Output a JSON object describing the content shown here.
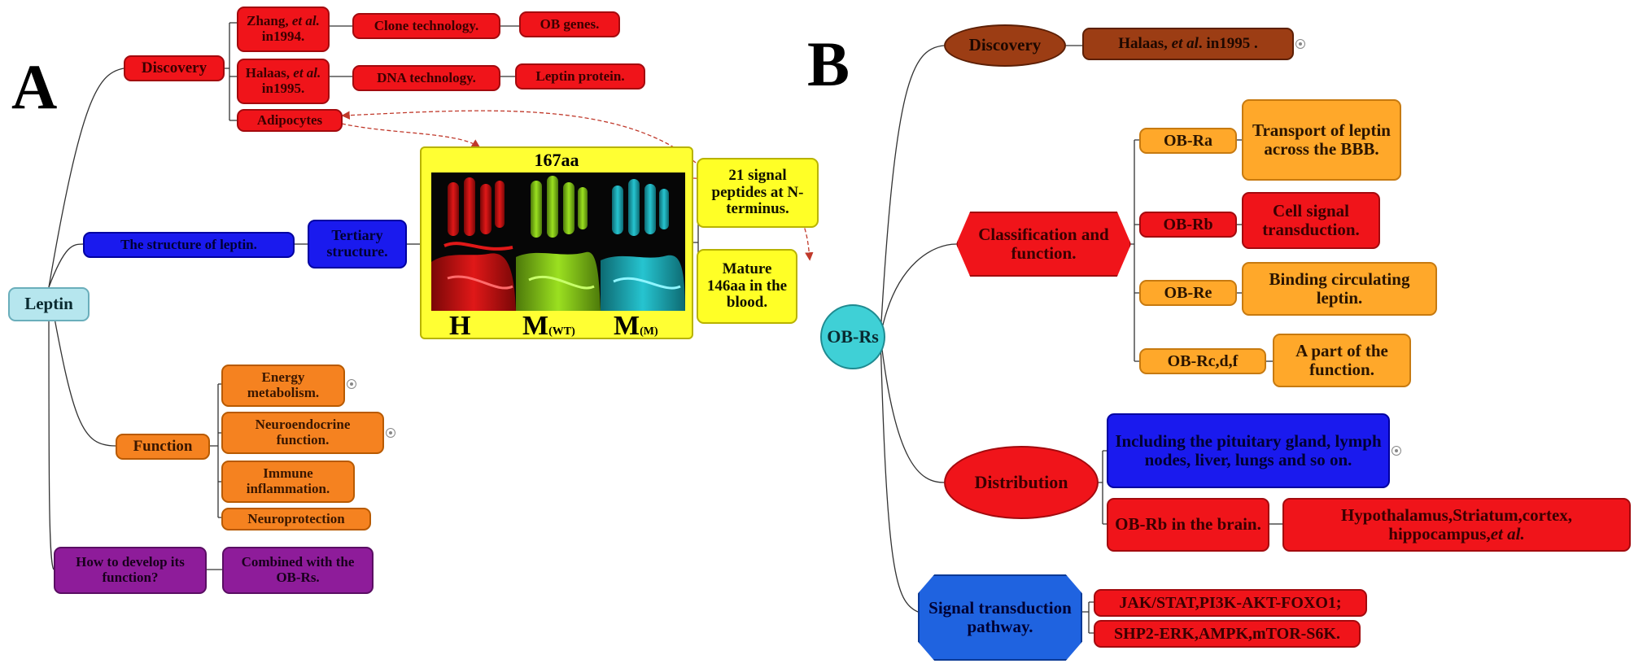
{
  "panel_letters": {
    "a": "A",
    "b": "B"
  },
  "panel_a": {
    "leptin": "Leptin",
    "discovery": "Discovery",
    "zhang": {
      "name": "Zhang, ",
      "etal": "et al.",
      "year": "in1994."
    },
    "clone_technology": "Clone technology.",
    "ob_genes": "OB genes.",
    "halaas": {
      "name": "Halaas, ",
      "etal": "et al.",
      "year": "in1995."
    },
    "dna_technology": "DNA technology.",
    "leptin_protein": "Leptin protein.",
    "adipocytes": "Adipocytes",
    "structure": "The structure of leptin.",
    "tertiary": "Tertiary structure.",
    "protein_box": {
      "title": "167aa",
      "label_h": "H",
      "label_m1": "M",
      "label_m1_sub": "(WT)",
      "label_m2": "M",
      "label_m2_sub": "(M)",
      "colors": {
        "human": "#e01818",
        "mouse_wt": "#8fd41c",
        "mouse_m": "#1fb8c4"
      }
    },
    "signal_peptides": "21 signal peptides at N-terminus.",
    "mature": "Mature 146aa in the blood.",
    "function": "Function",
    "energy": "Energy metabolism.",
    "neuroendocrine": "Neuroendocrine function.",
    "immune": "Immune inflammation.",
    "neuroprotection": "Neuroprotection",
    "how_develop": "How to develop its function?",
    "combined": "Combined with the OB-Rs."
  },
  "panel_b": {
    "obrs": "OB-Rs",
    "discovery": "Discovery",
    "halaas": {
      "name": "Halaas, ",
      "etal": "et al",
      "year": ". in1995 ."
    },
    "classification": "Classification and function.",
    "ob_ra": "OB-Ra",
    "ob_ra_desc": "Transport of leptin across the BBB.",
    "ob_rb": "OB-Rb",
    "ob_rb_desc": "Cell signal transduction.",
    "ob_re": "OB-Re",
    "ob_re_desc": "Binding circulating leptin.",
    "ob_rcdf": "OB-Rc,d,f",
    "ob_rcdf_desc": "A part of the function.",
    "distribution": "Distribution",
    "including": "Including the pituitary gland, lymph nodes, liver, lungs and so on.",
    "obrb_brain": "OB-Rb in the brain.",
    "brain_regions": {
      "text": "Hypothalamus,Striatum,cortex, hippocampus,",
      "etal": "et al."
    },
    "signal_pathway": "Signal transduction pathway.",
    "pathway1": "JAK/STAT,PI3K-AKT-FOXO1;",
    "pathway2": "SHP2-ERK,AMPK,mTOR-S6K."
  }
}
